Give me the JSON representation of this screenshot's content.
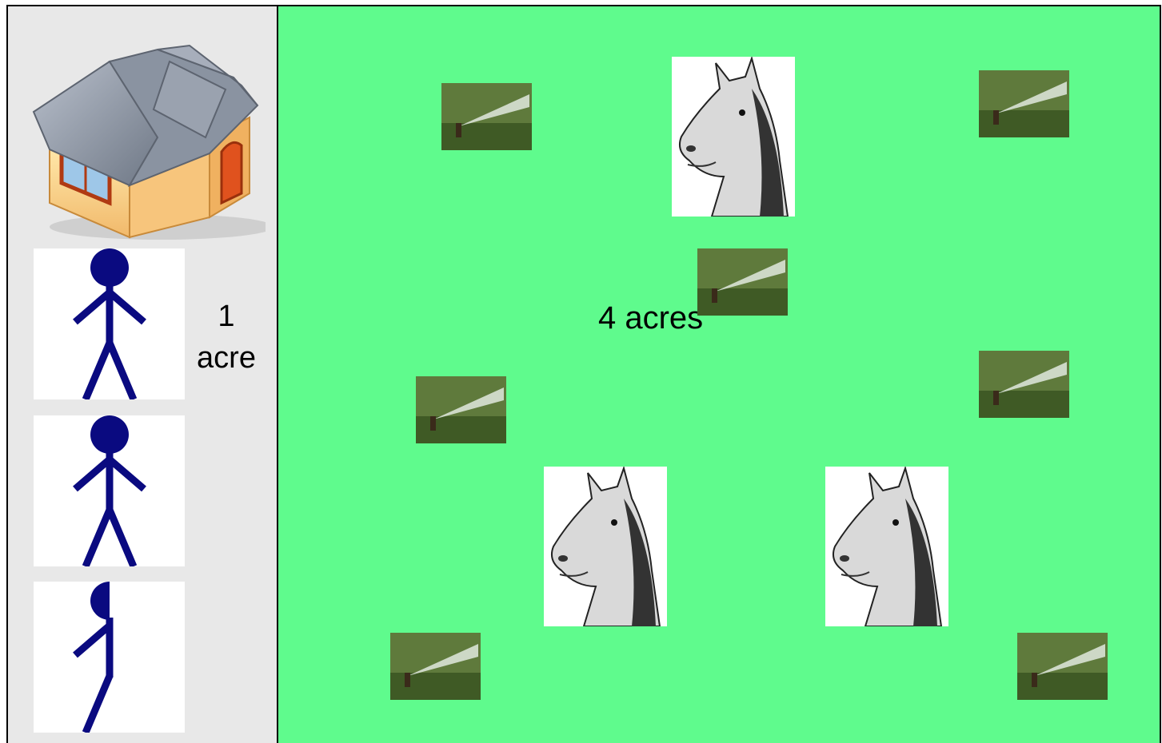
{
  "left_panel": {
    "house_icon": "house-icon",
    "people": [
      "stick-figure-full",
      "stick-figure-full",
      "stick-figure-half"
    ],
    "label_line1": "1",
    "label_line2": "acre"
  },
  "field": {
    "label": "4 acres",
    "horse_count": 3,
    "sprinkler_count": 7
  },
  "colors": {
    "field": "#5ffb8d",
    "left_panel": "#e8e8e8",
    "figure": "#0a0a80"
  }
}
